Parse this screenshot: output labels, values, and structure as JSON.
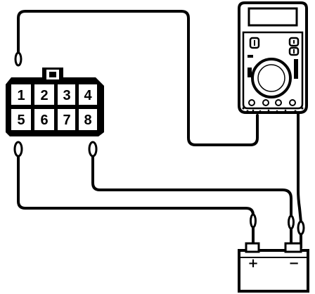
{
  "connector": {
    "pins": [
      "1",
      "2",
      "3",
      "4",
      "5",
      "6",
      "7",
      "8"
    ]
  },
  "battery": {
    "positive_label": "+",
    "negative_label": "−"
  },
  "multimeter": {
    "display_value": ""
  },
  "colors": {
    "ink": "#000000",
    "paper": "#ffffff"
  }
}
